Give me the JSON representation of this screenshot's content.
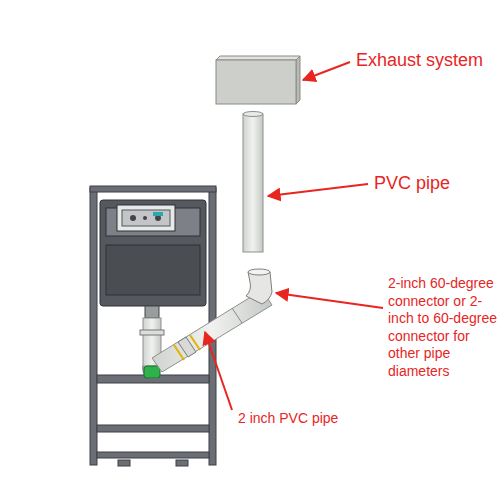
{
  "diagram": {
    "labels": [
      "Exhaust system",
      "PVC pipe",
      "2-inch 60-degree connector or 2-inch to 60-degree connector for other pipe diameters",
      "2 inch PVC pipe"
    ]
  }
}
